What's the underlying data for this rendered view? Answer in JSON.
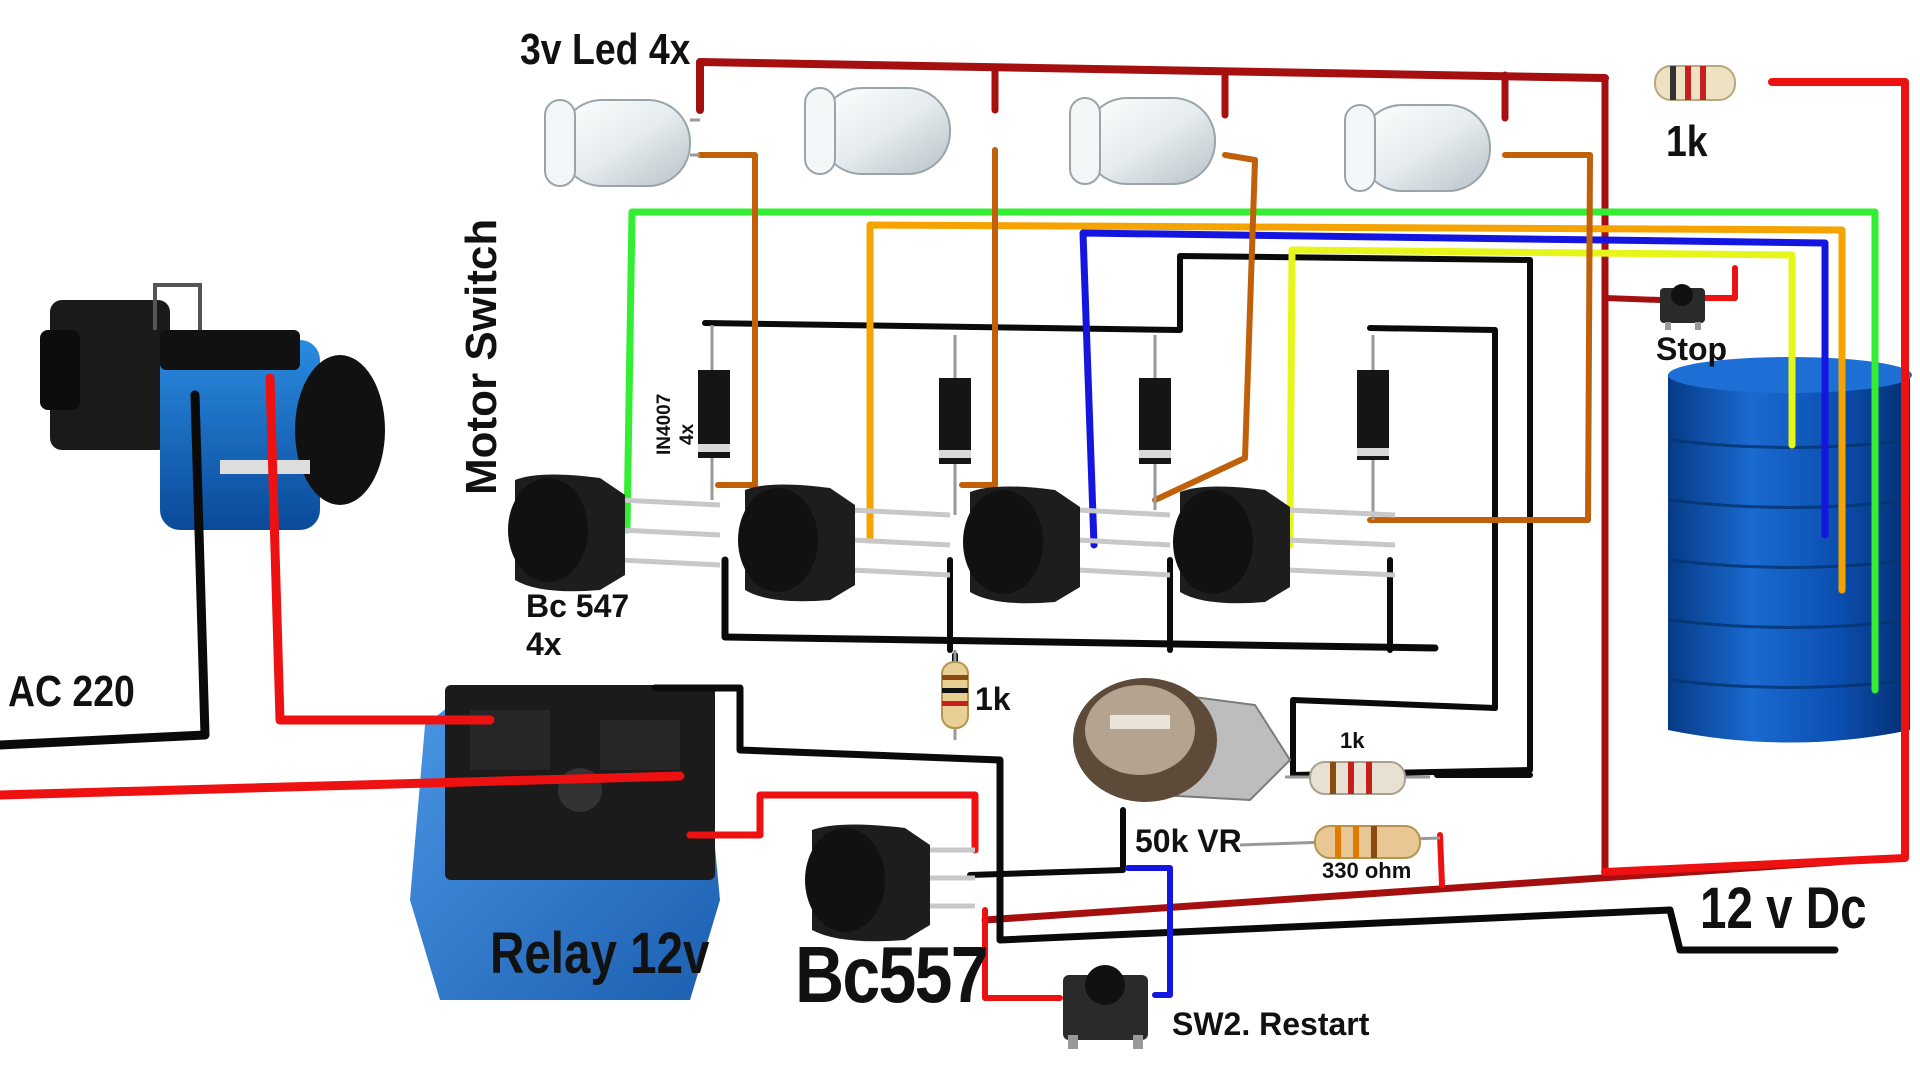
{
  "labels": {
    "led": "3v Led 4x",
    "r_top": "1k",
    "motor_switch": "Motor Switch",
    "diode": "IN4007",
    "diode_qty": "4x",
    "stop": "Stop",
    "bc547": "Bc 547",
    "bc547_qty": "4x",
    "ac": "AC 220",
    "r_mid": "1k",
    "r_right": "1k",
    "vr": "50k VR",
    "r_330": "330 ohm",
    "relay": "Relay 12v",
    "dc": "12 v Dc",
    "bc557": "Bc557",
    "restart": "SW2. Restart"
  },
  "colors": {
    "dark_red": "#a50f0f",
    "red": "#ee1111",
    "black": "#0a0a0a",
    "green": "#33ee33",
    "orange": "#f5a300",
    "blue": "#1515e0",
    "yellow": "#e6f51a",
    "brown": "#c0600a",
    "tank_blue": "#0b4fb0",
    "relay_blue": "#2e7bd1"
  }
}
